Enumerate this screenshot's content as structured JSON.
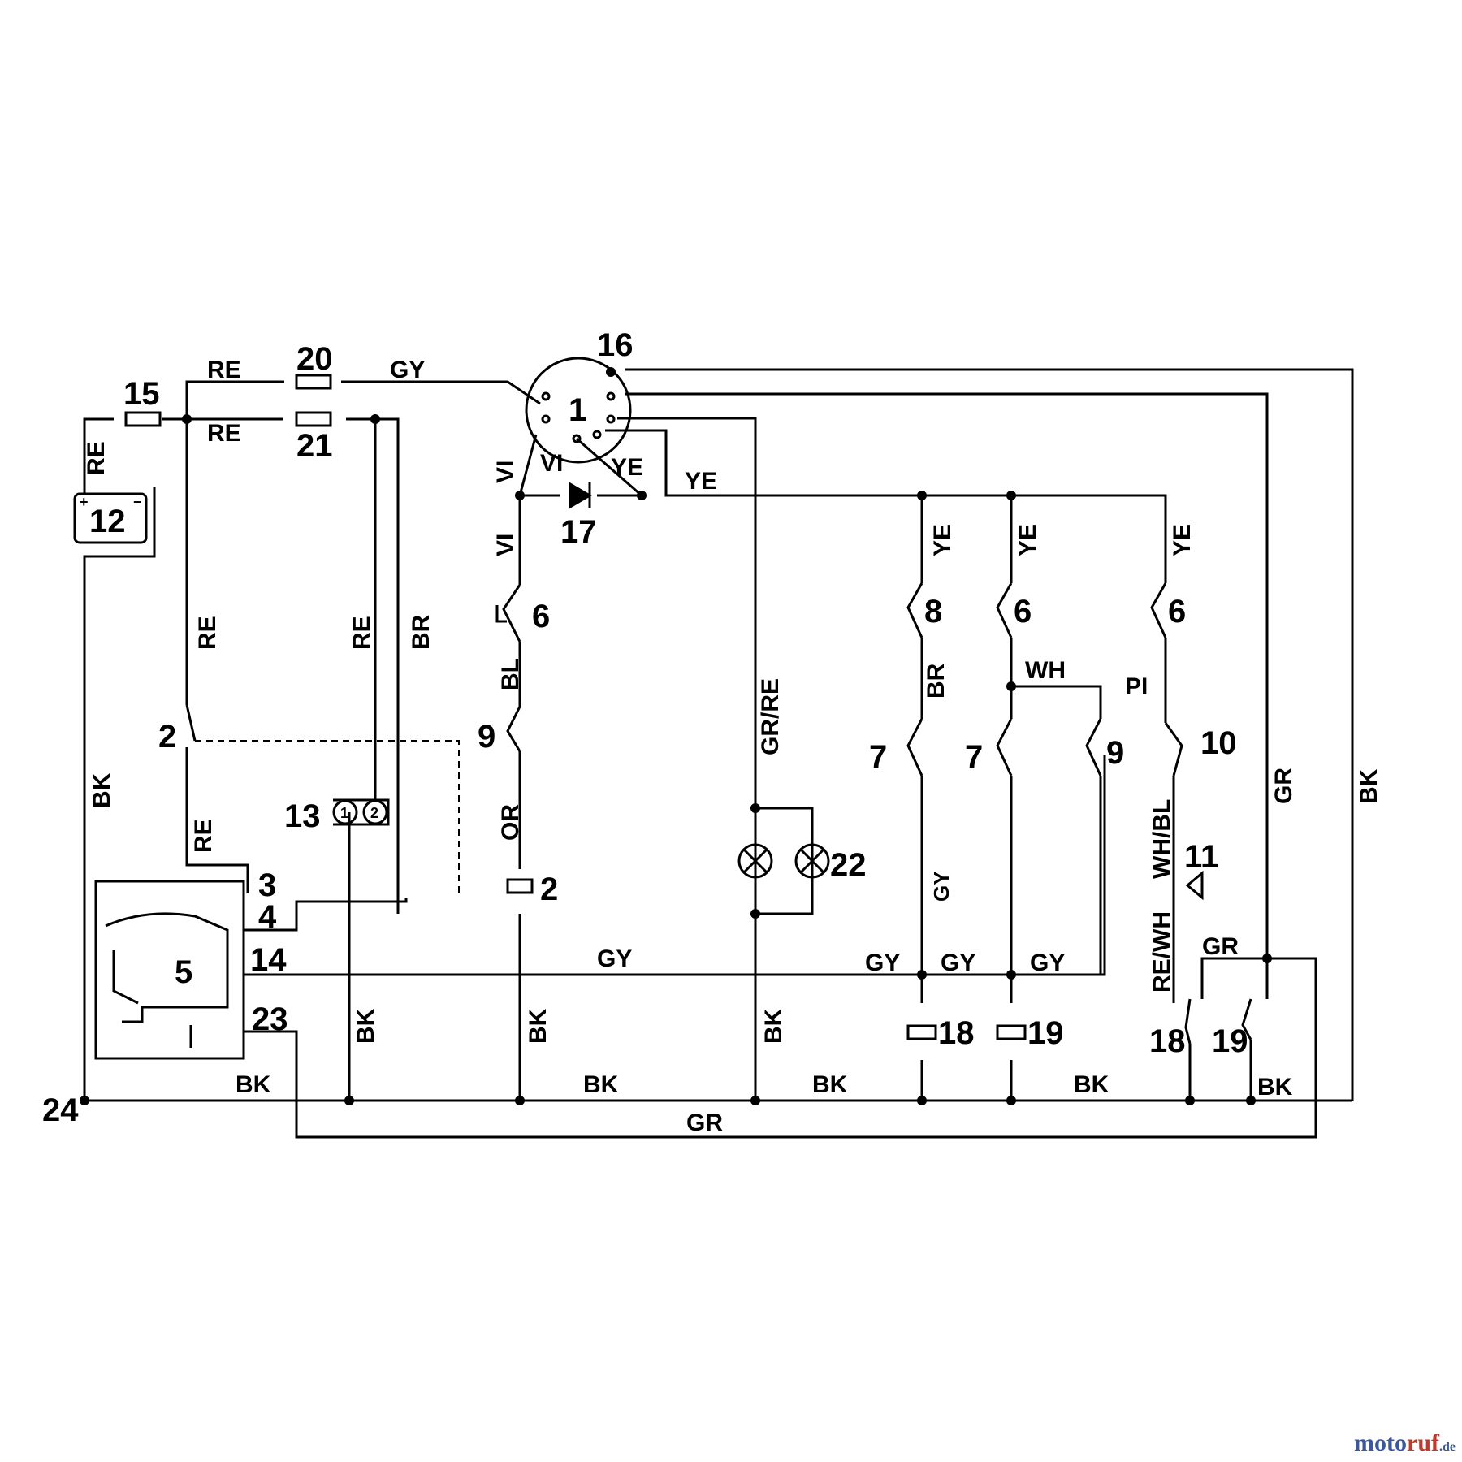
{
  "components": [
    {
      "id": "key-switch",
      "num": "1"
    },
    {
      "id": "ignition-contacts",
      "num": "2"
    },
    {
      "id": "engine-terminal-3",
      "num": "3"
    },
    {
      "id": "engine-terminal-4",
      "num": "4"
    },
    {
      "id": "engine",
      "num": "5"
    },
    {
      "id": "switch-6",
      "num": "6"
    },
    {
      "id": "switch-7",
      "num": "7"
    },
    {
      "id": "switch-8",
      "num": "8"
    },
    {
      "id": "switch-9",
      "num": "9"
    },
    {
      "id": "switch-10",
      "num": "10"
    },
    {
      "id": "horn",
      "num": "11"
    },
    {
      "id": "battery",
      "num": "12"
    },
    {
      "id": "connector",
      "num": "13"
    },
    {
      "id": "engine-terminal-14",
      "num": "14"
    },
    {
      "id": "fuse-main",
      "num": "15"
    },
    {
      "id": "key-switch-housing",
      "num": "16"
    },
    {
      "id": "diode",
      "num": "17"
    },
    {
      "id": "relay-18",
      "num": "18"
    },
    {
      "id": "relay-19",
      "num": "19"
    },
    {
      "id": "fuse-20",
      "num": "20"
    },
    {
      "id": "fuse-21",
      "num": "21"
    },
    {
      "id": "lamps",
      "num": "22"
    },
    {
      "id": "engine-terminal-23",
      "num": "23"
    },
    {
      "id": "ground-point",
      "num": "24"
    }
  ],
  "wire_colors": {
    "re": "RE",
    "gy": "GY",
    "vi": "VI",
    "ye": "YE",
    "bl": "BL",
    "or": "OR",
    "bk": "BK",
    "br": "BR",
    "gr": "GR",
    "gr_re": "GR/RE",
    "wh": "WH",
    "pi": "PI",
    "wh_bl": "WH/BL",
    "re_wh": "RE/WH"
  },
  "battery_signs": {
    "plus": "+",
    "minus": "−"
  },
  "connector_pins": {
    "pin1": "1",
    "pin2": "2"
  },
  "watermark": {
    "part1": "moto",
    "part2": "ruf",
    "suffix": ".de"
  },
  "colors": {
    "line": "#000000",
    "watermark_blue": "#3a56a8",
    "watermark_red": "#c0392b"
  }
}
